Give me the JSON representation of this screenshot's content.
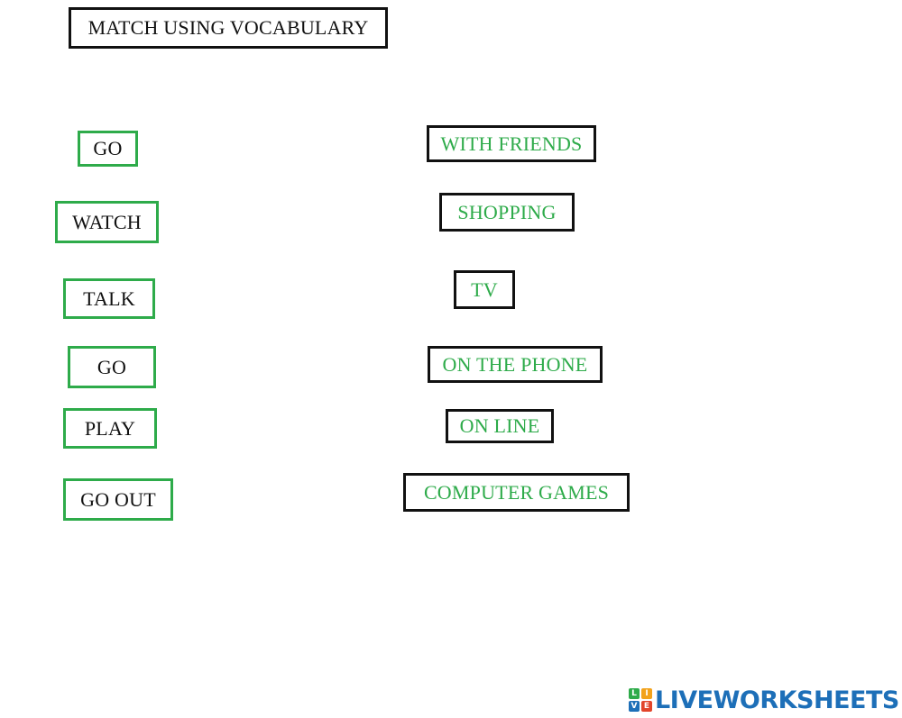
{
  "title": "MATCH USING VOCABULARY",
  "left_items": [
    {
      "label": "GO"
    },
    {
      "label": "WATCH"
    },
    {
      "label": "TALK"
    },
    {
      "label": "GO"
    },
    {
      "label": "PLAY"
    },
    {
      "label": "GO OUT"
    }
  ],
  "right_items": [
    {
      "label": "WITH FRIENDS"
    },
    {
      "label": "SHOPPING"
    },
    {
      "label": "TV"
    },
    {
      "label": "ON THE PHONE"
    },
    {
      "label": "ON LINE"
    },
    {
      "label": "COMPUTER GAMES"
    }
  ],
  "logo": {
    "text": "LIVEWORKSHEETS",
    "icon_letters": [
      "L",
      "I",
      "V",
      "E"
    ]
  },
  "colors": {
    "green": "#2eab4a",
    "black": "#111111",
    "logo_blue": "#1d6fb8"
  }
}
